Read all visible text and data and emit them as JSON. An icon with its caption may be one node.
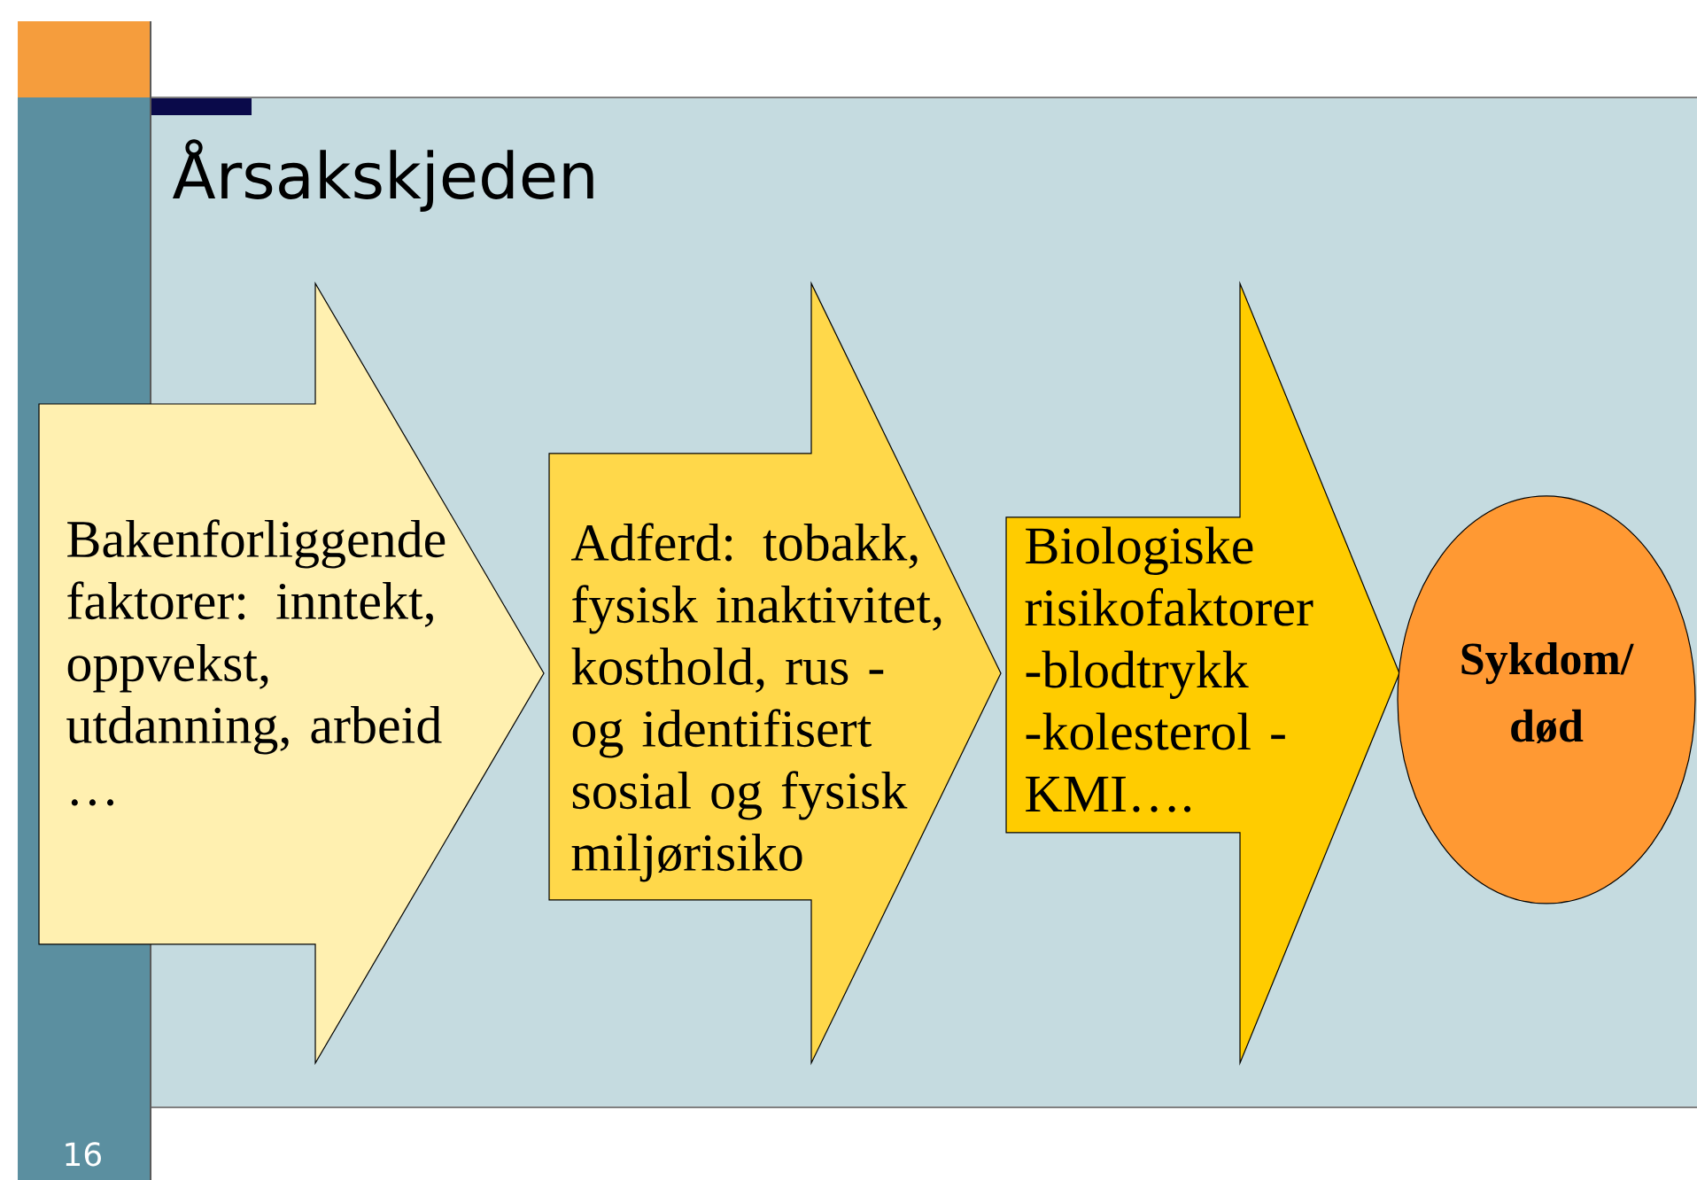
{
  "diagram": {
    "title": "Årsakskjeden",
    "nodes": [
      {
        "text": [
          "Bakenforliggende faktorer: inntekt, oppvekst, utdanning, arbeid …"
        ]
      },
      {
        "text": [
          "Adferd: tobakk, fysisk inaktivitet, kosthold, rus - og identifisert sosial og fysisk miljørisiko"
        ]
      },
      {
        "text": [
          "Biologiske risikofaktorer -blodtrykk -kolesterol -KMI…."
        ]
      },
      {
        "text": [
          "Sykdom/ død"
        ]
      }
    ],
    "labels": [
      "16"
    ]
  }
}
